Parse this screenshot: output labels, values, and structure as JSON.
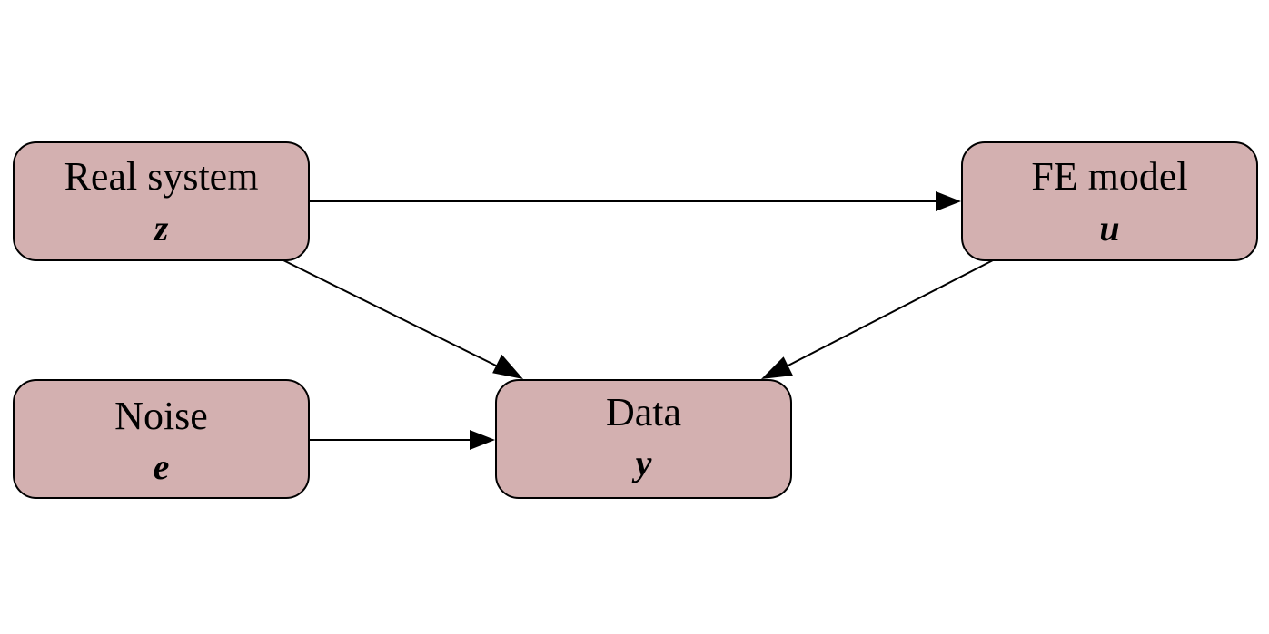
{
  "nodes": {
    "real_system": {
      "title": "Real system",
      "symbol": "z"
    },
    "fe_model": {
      "title": "FE model",
      "symbol": "u"
    },
    "noise": {
      "title": "Noise",
      "symbol": "e"
    },
    "data": {
      "title": "Data",
      "symbol": "y"
    }
  },
  "edges": [
    {
      "from": "real_system",
      "to": "fe_model"
    },
    {
      "from": "real_system",
      "to": "data"
    },
    {
      "from": "fe_model",
      "to": "data"
    },
    {
      "from": "noise",
      "to": "data"
    }
  ],
  "colors": {
    "node_fill": "#d3b0b0",
    "stroke": "#000000"
  }
}
